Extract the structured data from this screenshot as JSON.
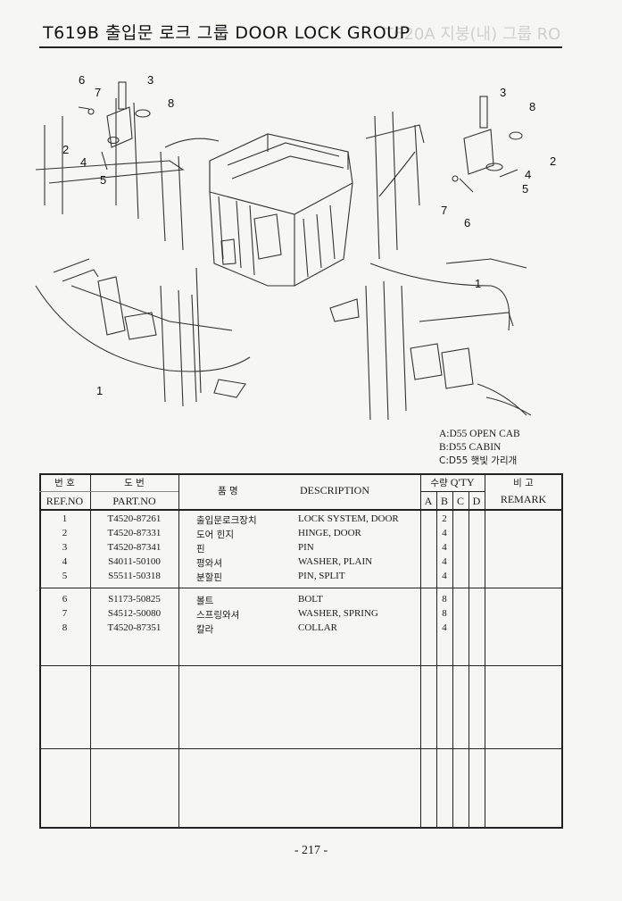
{
  "header": {
    "title": "T619B 출입문 로크 그룹 DOOR LOCK GROUP",
    "ghost_title": "T620A 지붕(내) 그룹 RO"
  },
  "diagram": {
    "callouts_left": [
      "6",
      "7",
      "3",
      "8",
      "2",
      "4",
      "5"
    ],
    "callouts_right": [
      "3",
      "8",
      "2",
      "4",
      "5",
      "7",
      "6"
    ],
    "callout_main_right": "1",
    "callout_main_left": "1"
  },
  "legend": {
    "a": "A:D55 OPEN CAB",
    "b": "B:D55 CABIN",
    "c": "C:D55 햇빛 가리개"
  },
  "table": {
    "headers": {
      "ref_kr": "번 호",
      "ref_en": "REF.NO",
      "part_kr": "도 번",
      "part_en": "PART.NO",
      "name_kr": "품 명",
      "desc_en": "DESCRIPTION",
      "qty_kr": "수량",
      "qty_en": "Q'TY",
      "qty_a": "A",
      "qty_b": "B",
      "qty_c": "C",
      "qty_d": "D",
      "remark_kr": "비 고",
      "remark_en": "REMARK"
    },
    "rows": [
      {
        "ref": "1",
        "part": "T4520-87261",
        "name": "출입문로크장치",
        "desc": "LOCK SYSTEM, DOOR",
        "b": "2"
      },
      {
        "ref": "2",
        "part": "T4520-87331",
        "name": "도어 힌지",
        "desc": "HINGE, DOOR",
        "b": "4"
      },
      {
        "ref": "3",
        "part": "T4520-87341",
        "name": "핀",
        "desc": "PIN",
        "b": "4"
      },
      {
        "ref": "4",
        "part": "S4011-50100",
        "name": "평와셔",
        "desc": "WASHER, PLAIN",
        "b": "4"
      },
      {
        "ref": "5",
        "part": "S5511-50318",
        "name": "분할핀",
        "desc": "PIN, SPLIT",
        "b": "4"
      },
      {
        "ref": "6",
        "part": "S1173-50825",
        "name": "볼트",
        "desc": "BOLT",
        "b": "8"
      },
      {
        "ref": "7",
        "part": "S4512-50080",
        "name": "스프링와셔",
        "desc": "WASHER, SPRING",
        "b": "8"
      },
      {
        "ref": "8",
        "part": "T4520-87351",
        "name": "칼라",
        "desc": "COLLAR",
        "b": "4"
      }
    ]
  },
  "footer": {
    "page": "- 217 -"
  }
}
